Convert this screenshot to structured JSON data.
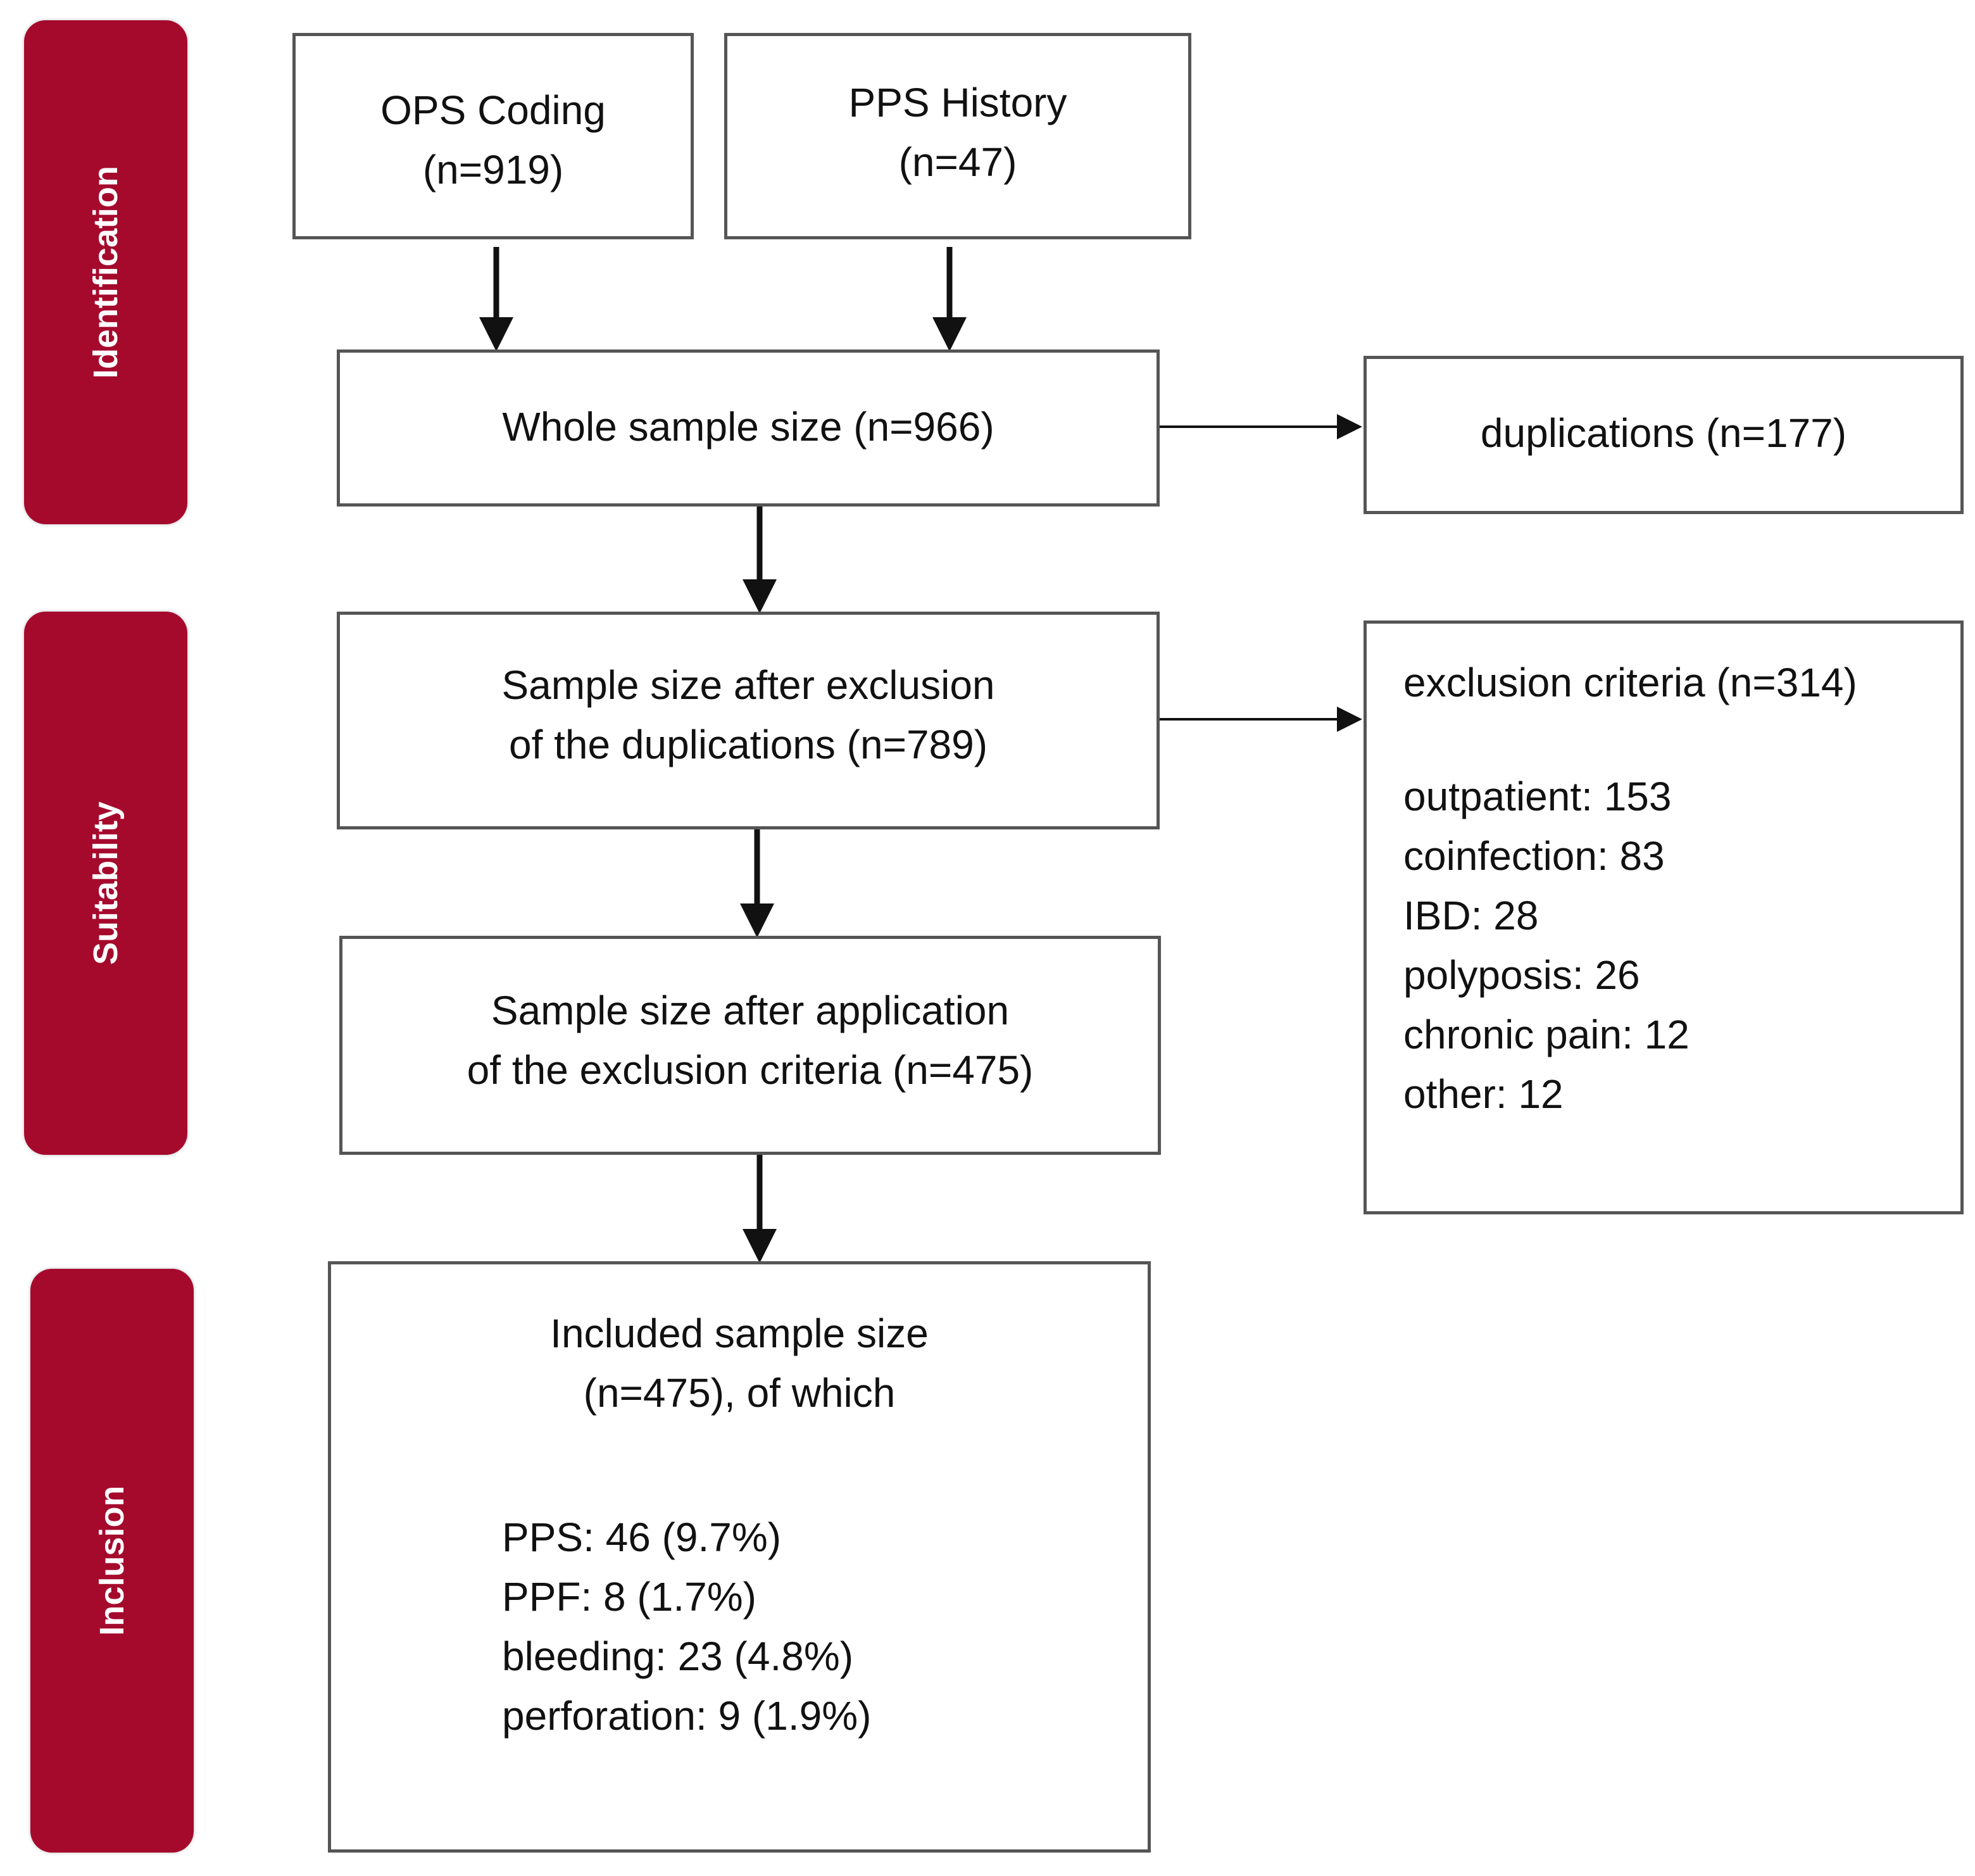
{
  "stages": {
    "identification": "Identification",
    "suitability": "Suitability",
    "inclusion": "Inclusion"
  },
  "boxes": {
    "ops_coding": {
      "line1": "OPS Coding",
      "line2": "(n=919)"
    },
    "pps_history": {
      "line1": "PPS History",
      "line2": "(n=47)"
    },
    "whole_sample": {
      "line1": "Whole sample size (n=966)"
    },
    "duplications": {
      "line1": "duplications (n=177)"
    },
    "after_duplications": {
      "line1": "Sample size after exclusion",
      "line2": "of the duplications (n=789)"
    },
    "exclusion_criteria": {
      "title": "exclusion criteria (n=314)",
      "items": [
        "outpatient: 153",
        "coinfection: 83",
        "IBD: 28",
        "polyposis: 26",
        "chronic pain: 12",
        "other: 12"
      ]
    },
    "after_exclusion": {
      "line1": "Sample size after application",
      "line2": "of the exclusion criteria (n=475)"
    },
    "included": {
      "line1": "Included sample size",
      "line2": "(n=475), of which",
      "items": [
        "PPS: 46 (9.7%)",
        "PPF: 8 (1.7%)",
        "bleeding: 23 (4.8%)",
        "perforation: 9 (1.9%)"
      ]
    }
  },
  "colors": {
    "stage_fill": "#a50a2d",
    "box_border": "#555555",
    "arrow": "#111111"
  }
}
